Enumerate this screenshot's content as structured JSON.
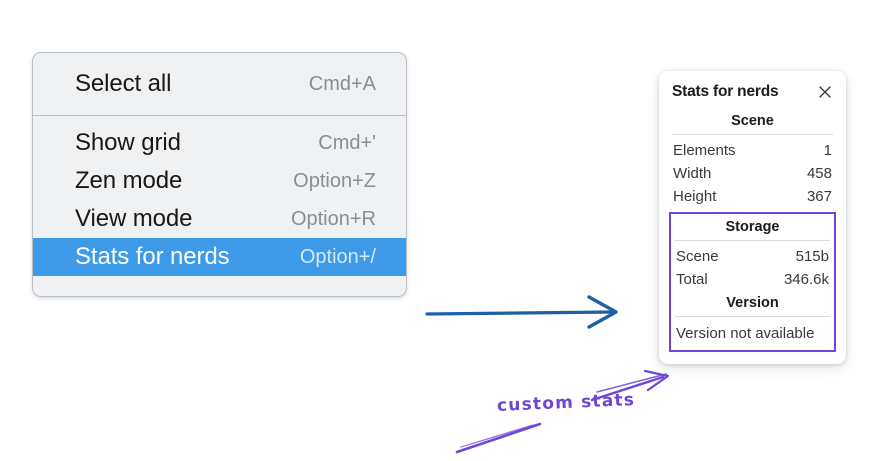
{
  "colors": {
    "menu_bg": "#f0f1f3",
    "menu_border": "#b9bfc7",
    "menu_selected": "#3d9ae8",
    "annotation_purple": "#6f46d6",
    "annotation_blue": "#1f5fa6",
    "panel_bg": "#ffffff",
    "page_bg": "#ffffff"
  },
  "context_menu": {
    "groups": [
      {
        "items": [
          {
            "label": "Select all",
            "shortcut": "Cmd+A",
            "selected": false
          }
        ]
      },
      {
        "items": [
          {
            "label": "Show grid",
            "shortcut": "Cmd+'",
            "selected": false
          },
          {
            "label": "Zen mode",
            "shortcut": "Option+Z",
            "selected": false
          },
          {
            "label": "View mode",
            "shortcut": "Option+R",
            "selected": false
          },
          {
            "label": "Stats for nerds",
            "shortcut": "Option+/",
            "selected": true
          }
        ]
      }
    ]
  },
  "stats_panel": {
    "title": "Stats for nerds",
    "close_icon": "close-icon",
    "sections": [
      {
        "heading": "Scene",
        "highlighted": false,
        "rows": [
          {
            "label": "Elements",
            "value": "1"
          },
          {
            "label": "Width",
            "value": "458"
          },
          {
            "label": "Height",
            "value": "367"
          }
        ]
      },
      {
        "heading": "Storage",
        "highlighted": true,
        "rows": [
          {
            "label": "Scene",
            "value": "515b"
          },
          {
            "label": "Total",
            "value": "346.6k"
          }
        ]
      },
      {
        "heading": "Version",
        "highlighted": true,
        "note": "Version not available"
      }
    ]
  },
  "annotations": {
    "custom_stats_label": "custom stats"
  }
}
